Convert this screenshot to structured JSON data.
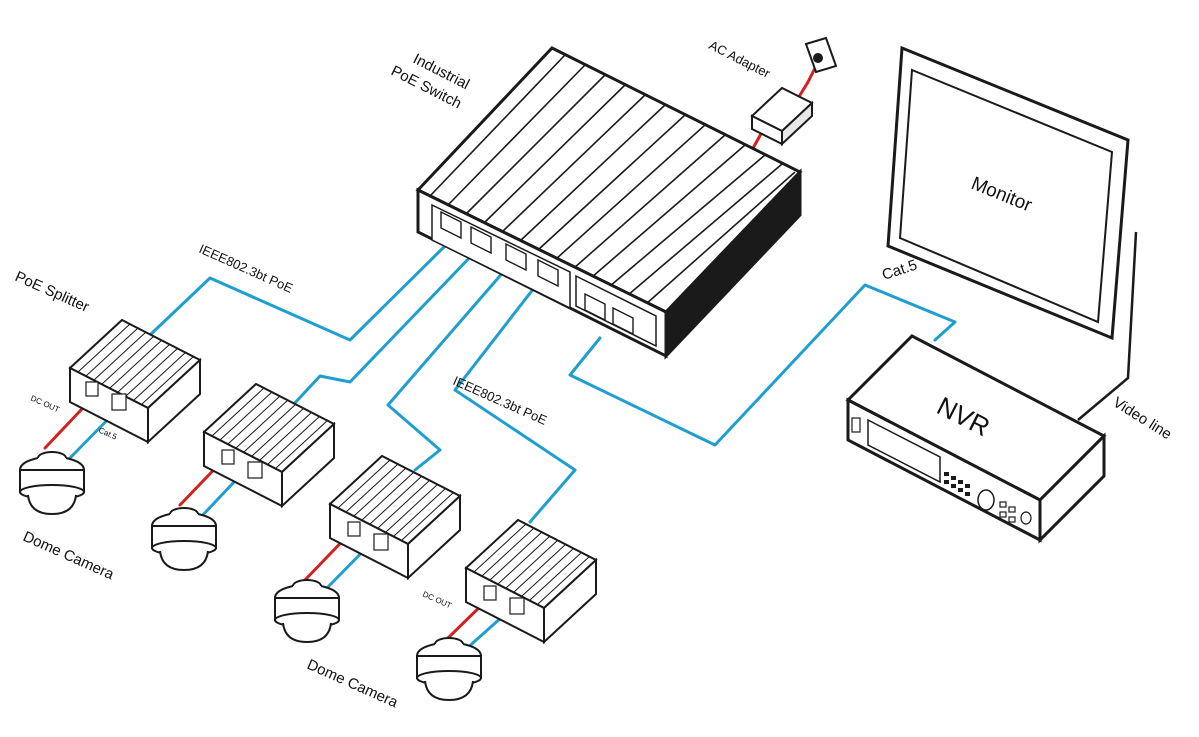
{
  "labels": {
    "switch_line1": "Industrial",
    "switch_line2": "PoE Switch",
    "ac_adapter": "AC Adapter",
    "monitor": "Monitor",
    "nvr": "NVR",
    "video_line": "Video line",
    "cat5_top": "Cat.5",
    "poe_top": "IEEE802.3bt PoE",
    "poe_mid": "IEEE802.3bt PoE",
    "poe_splitter": "PoE Splitter",
    "dc_out_1": "DC OUT",
    "cat5_splitter": "Cat.5",
    "dc_out_2": "DC OUT",
    "dome_camera_1": "Dome Camera",
    "dome_camera_2": "Dome Camera"
  },
  "colors": {
    "ethernet_cable": "#1e9fd0",
    "power_cable": "#d42020",
    "outline": "#1a1a1a"
  }
}
